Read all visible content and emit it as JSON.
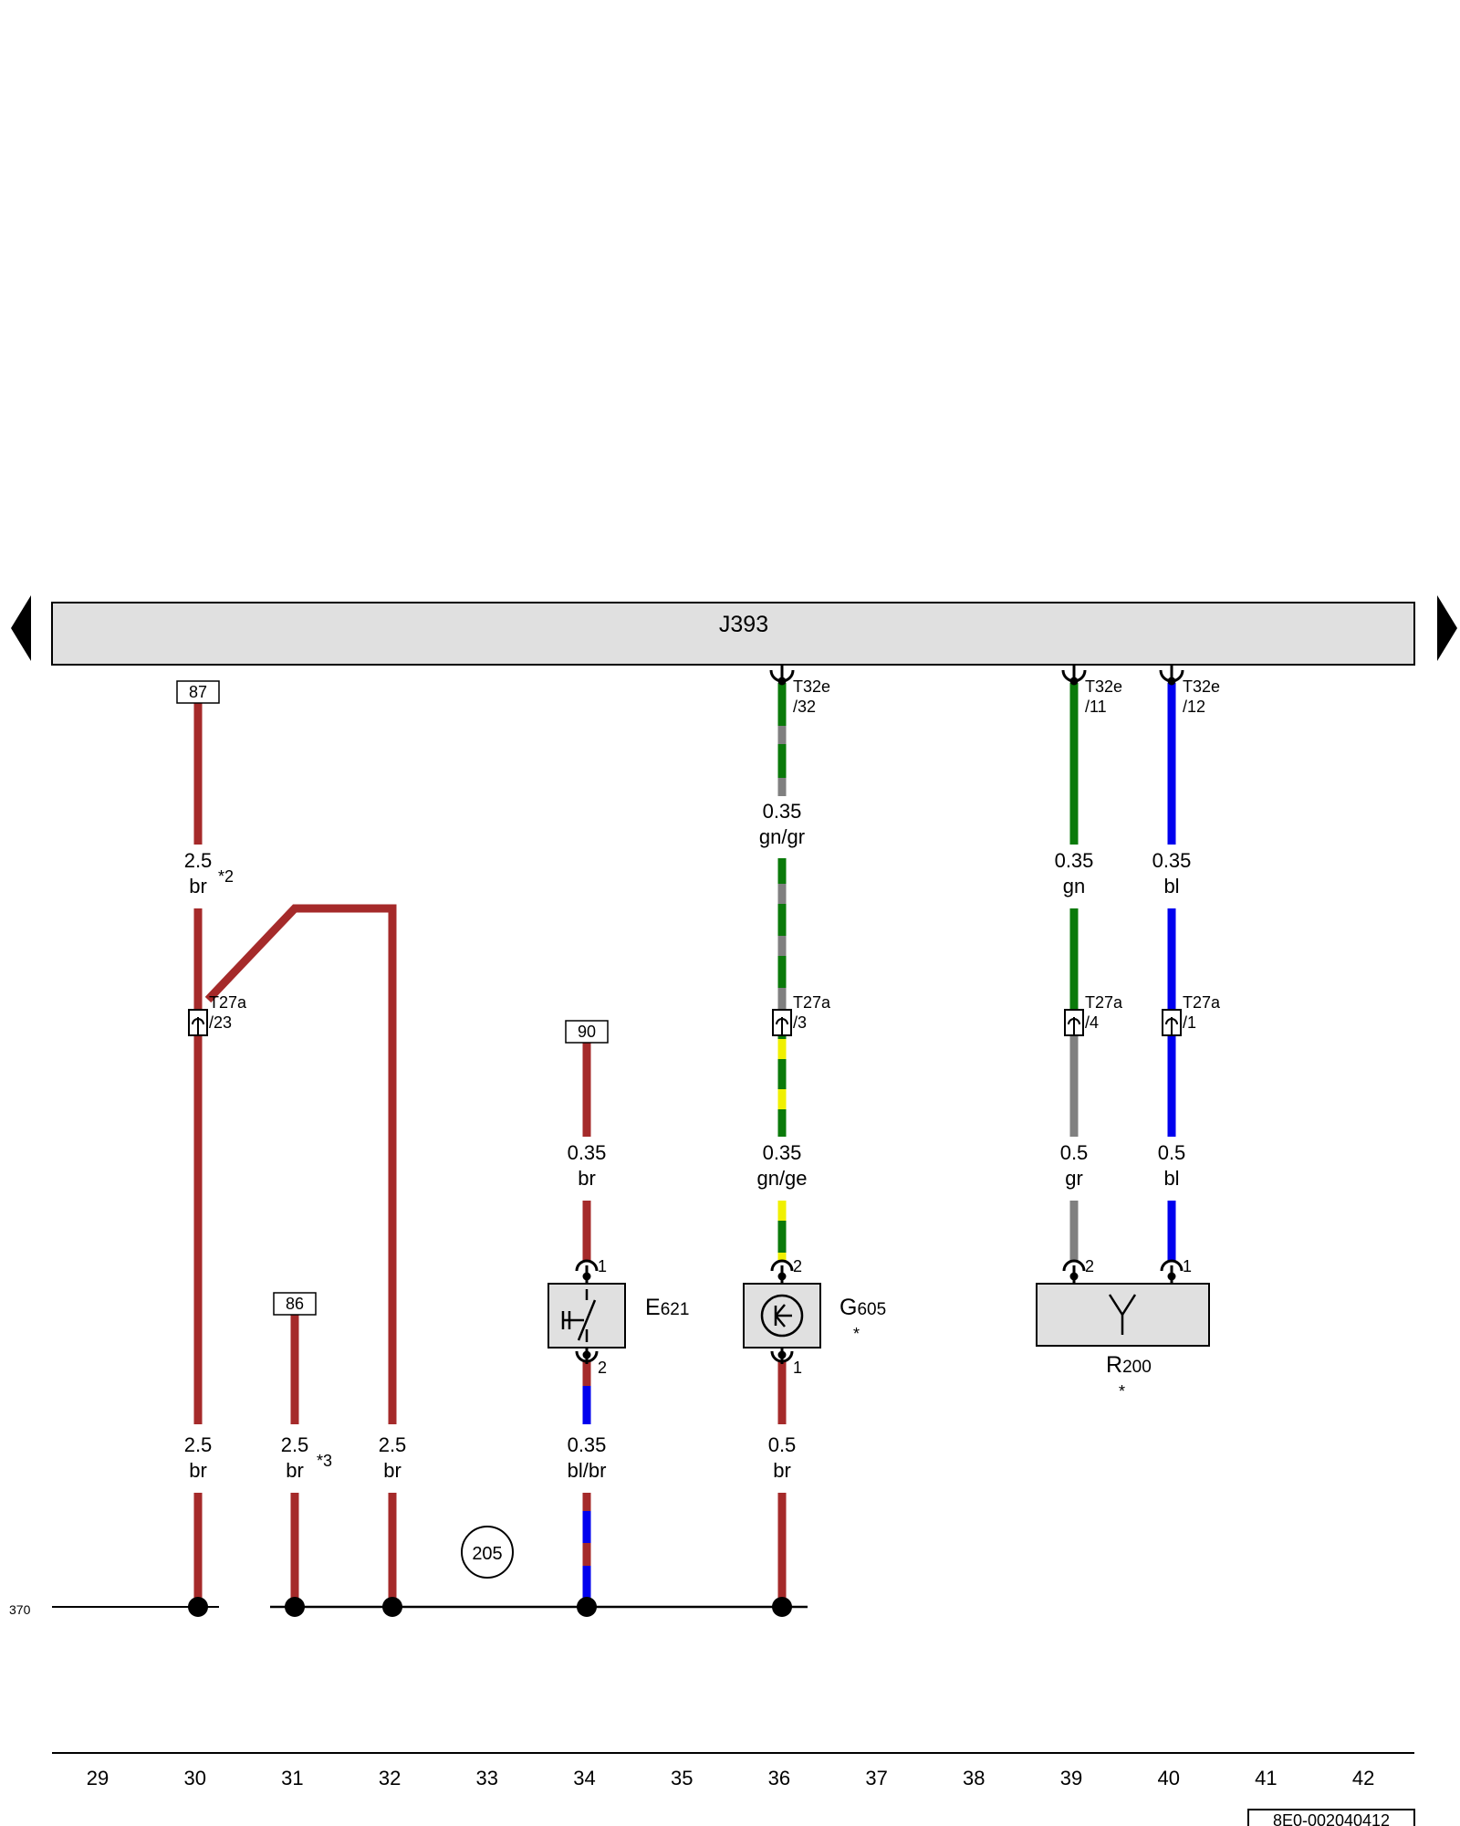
{
  "module": {
    "name": "J393"
  },
  "ground_line": {
    "label": "370"
  },
  "terminal_boxes": [
    {
      "id": "t87",
      "label": "87"
    },
    {
      "id": "t90",
      "label": "90"
    },
    {
      "id": "t86",
      "label": "86"
    }
  ],
  "wire_labels": [
    {
      "id": "w30a",
      "size": "2.5",
      "color_code": "br",
      "note": "*2"
    },
    {
      "id": "w36a",
      "size": "0.35",
      "color_code": "gn/gr"
    },
    {
      "id": "w39a",
      "size": "0.35",
      "color_code": "gn"
    },
    {
      "id": "w40a",
      "size": "0.35",
      "color_code": "bl"
    },
    {
      "id": "w34a",
      "size": "0.35",
      "color_code": "br"
    },
    {
      "id": "w36b",
      "size": "0.35",
      "color_code": "gn/ge"
    },
    {
      "id": "w39b",
      "size": "0.5",
      "color_code": "gr"
    },
    {
      "id": "w40b",
      "size": "0.5",
      "color_code": "bl"
    },
    {
      "id": "w30b",
      "size": "2.5",
      "color_code": "br"
    },
    {
      "id": "w31b",
      "size": "2.5",
      "color_code": "br",
      "note": "*3"
    },
    {
      "id": "w32b",
      "size": "2.5",
      "color_code": "br"
    },
    {
      "id": "w34b",
      "size": "0.35",
      "color_code": "bl/br"
    },
    {
      "id": "w36c",
      "size": "0.5",
      "color_code": "br"
    }
  ],
  "connectors": [
    {
      "id": "c36top",
      "name": "T32e",
      "pin": "/32"
    },
    {
      "id": "c39top",
      "name": "T32e",
      "pin": "/11"
    },
    {
      "id": "c40top",
      "name": "T32e",
      "pin": "/12"
    },
    {
      "id": "c30mid",
      "name": "T27a",
      "pin": "/23"
    },
    {
      "id": "c36mid",
      "name": "T27a",
      "pin": "/3"
    },
    {
      "id": "c39mid",
      "name": "T27a",
      "pin": "/4"
    },
    {
      "id": "c40mid",
      "name": "T27a",
      "pin": "/1"
    }
  ],
  "pins": [
    {
      "id": "p34top",
      "label": "1"
    },
    {
      "id": "p34bot",
      "label": "2"
    },
    {
      "id": "p36top",
      "label": "2"
    },
    {
      "id": "p36bot",
      "label": "1"
    },
    {
      "id": "p39r",
      "label": "2"
    },
    {
      "id": "p40r",
      "label": "1"
    }
  ],
  "components": [
    {
      "id": "E621",
      "prefix": "E",
      "number": "621",
      "note": ""
    },
    {
      "id": "G605",
      "prefix": "G",
      "number": "605",
      "note": "*"
    },
    {
      "id": "R200",
      "prefix": "R",
      "number": "200",
      "note": "*"
    }
  ],
  "ground_point": {
    "label": "205"
  },
  "columns": [
    "29",
    "30",
    "31",
    "32",
    "33",
    "34",
    "35",
    "36",
    "37",
    "38",
    "39",
    "40",
    "41",
    "42"
  ],
  "document_code": "8E0-002040412",
  "colors": {
    "br": "#a52a2a",
    "gn": "#0a7a0a",
    "gr": "#808080",
    "bl": "#0000ee",
    "ge": "#f0f000",
    "module_fill": "#e0e0e0",
    "component_fill": "#e0e0e0"
  }
}
